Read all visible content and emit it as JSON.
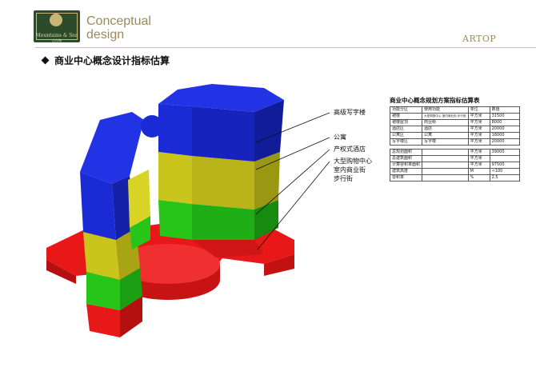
{
  "header": {
    "logo_text": "Mountains & Sea",
    "logo_sub": "山与海",
    "title_line1": "Conceptual",
    "title_line2": "design",
    "brand": "ARTOP"
  },
  "section_title": "商业中心概念设计指标估算",
  "diagram_labels": {
    "office": "高级写字楼",
    "apartment": "公寓",
    "hotel": "产权式酒店",
    "mall_line1": "大型购物中心",
    "mall_line2": "室内商业街",
    "mall_line3": "步行街"
  },
  "table": {
    "title": "商业中心概念规划方案指标估算表",
    "header": [
      "功能分区",
      "使用功能",
      "单位",
      "数值"
    ],
    "rows": [
      [
        "裙楼",
        "大型购物中心 室内商业街 步行街",
        "平方米",
        "31500"
      ],
      [
        "裙楼屋顶",
        "商业街",
        "平方米",
        "8000"
      ],
      [
        "酒店区",
        "酒店",
        "平方米",
        "20000"
      ],
      [
        "公寓区",
        "公寓",
        "平方米",
        "18000"
      ],
      [
        "写字楼区",
        "写字楼",
        "平方米",
        "20000"
      ]
    ],
    "summary": [
      [
        "总规划面积",
        "",
        "平方米",
        "39000"
      ],
      [
        "总建筑面积",
        "",
        "平方米",
        ""
      ],
      [
        "计算容积率面积",
        "",
        "平方米",
        "97500"
      ],
      [
        "建筑高度",
        "",
        "M",
        "<100"
      ],
      [
        "容积率",
        "",
        "%",
        "2.5"
      ]
    ]
  },
  "colors": {
    "blue": "#1a2bd6",
    "yellow": "#c9c51c",
    "green": "#27c41a",
    "red": "#e81818"
  }
}
